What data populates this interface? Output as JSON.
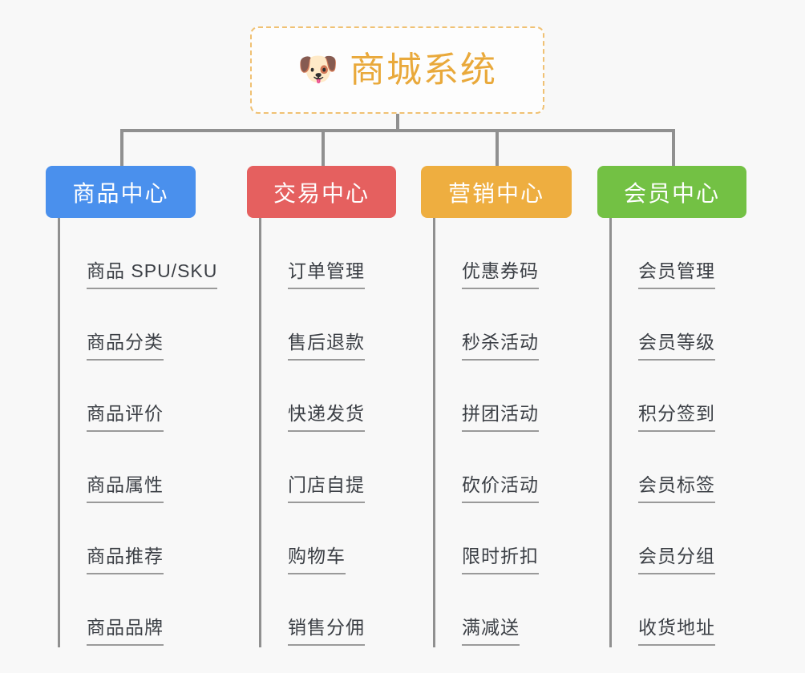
{
  "page": {
    "background_color": "#f8f8f8",
    "line_color": "#909090",
    "underline_color": "#9a9a9a"
  },
  "root": {
    "icon": "dog-face-emoji",
    "icon_glyph": "🐶",
    "title": "商城系统",
    "title_color": "#e9a93b",
    "border_color": "#f0c173"
  },
  "columns": [
    {
      "id": "product-center",
      "label": "商品中心",
      "color": "#4a90ed",
      "items": [
        {
          "label": "商品 SPU/SKU"
        },
        {
          "label": "商品分类"
        },
        {
          "label": "商品评价"
        },
        {
          "label": "商品属性"
        },
        {
          "label": "商品推荐"
        },
        {
          "label": "商品品牌"
        }
      ]
    },
    {
      "id": "trade-center",
      "label": "交易中心",
      "color": "#e5605f",
      "items": [
        {
          "label": "订单管理"
        },
        {
          "label": "售后退款"
        },
        {
          "label": "快递发货"
        },
        {
          "label": "门店自提"
        },
        {
          "label": "购物车"
        },
        {
          "label": "销售分佣"
        }
      ]
    },
    {
      "id": "marketing-center",
      "label": "营销中心",
      "color": "#eeae40",
      "items": [
        {
          "label": "优惠券码"
        },
        {
          "label": "秒杀活动"
        },
        {
          "label": "拼团活动"
        },
        {
          "label": "砍价活动"
        },
        {
          "label": "限时折扣"
        },
        {
          "label": "满减送"
        }
      ]
    },
    {
      "id": "member-center",
      "label": "会员中心",
      "color": "#73c144",
      "items": [
        {
          "label": "会员管理"
        },
        {
          "label": "会员等级"
        },
        {
          "label": "积分签到"
        },
        {
          "label": "会员标签"
        },
        {
          "label": "会员分组"
        },
        {
          "label": "收货地址"
        }
      ]
    }
  ]
}
